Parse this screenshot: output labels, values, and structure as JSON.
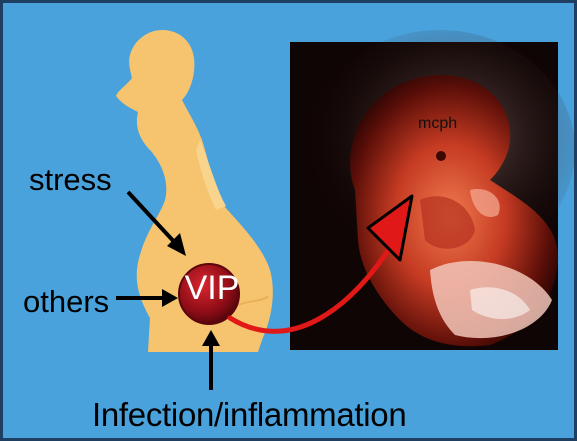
{
  "labels": {
    "stress": "stress",
    "others": "others",
    "infection": "Infection/inflammation",
    "vip": "VIP",
    "mcph": "mcph"
  },
  "colors": {
    "background": "#4aa2dd",
    "border": "#1f3f62",
    "silhouette": "#f6c46e",
    "vip_circle": "#a1121c",
    "arrow_red": "#e01818",
    "arrow_black": "#000000"
  },
  "icons": {
    "silhouette": "pregnant-woman-silhouette-icon",
    "photo": "embryo-photo"
  }
}
